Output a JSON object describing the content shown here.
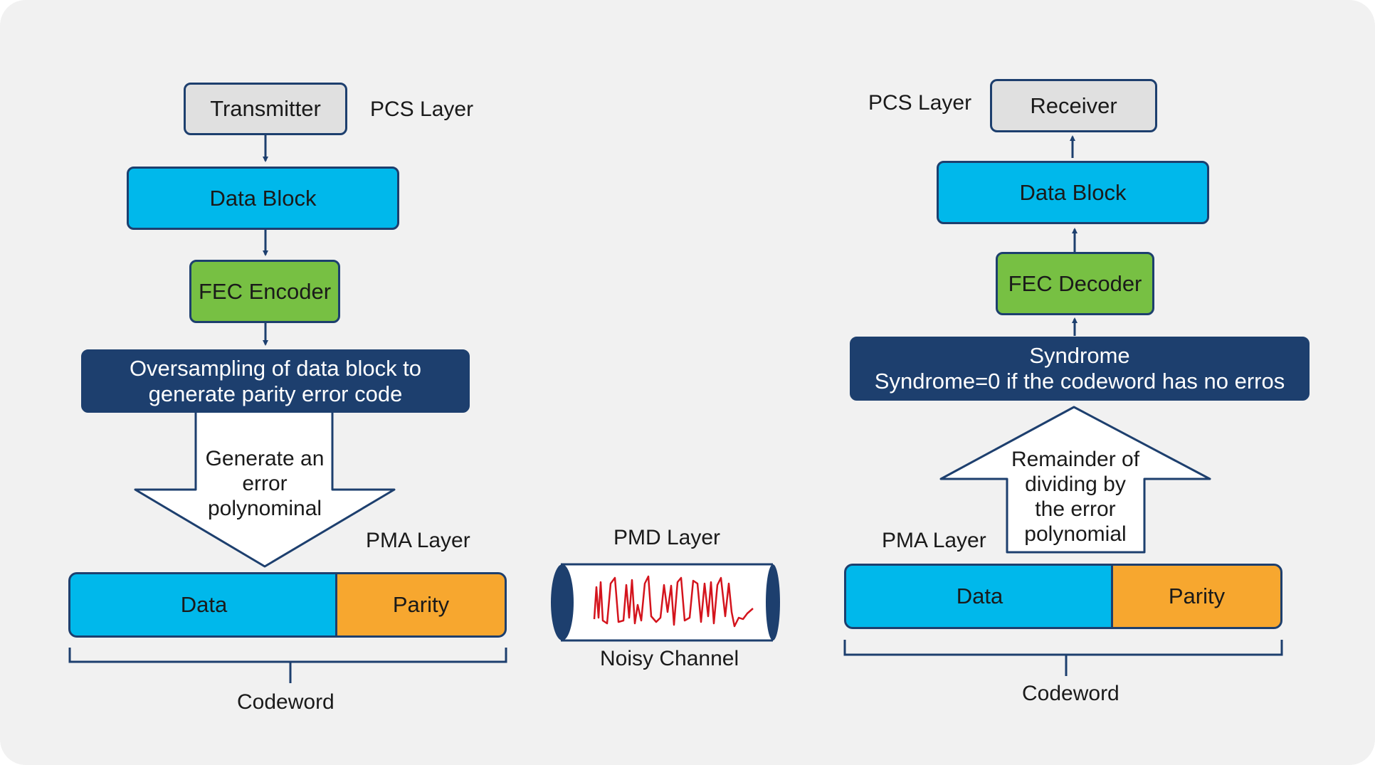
{
  "colors": {
    "navy": "#1d3f6e",
    "cyan": "#00b8eb",
    "green": "#77c043",
    "orange": "#f7a72f",
    "gray": "#e0e0e0",
    "signal_red": "#d4141d"
  },
  "transmitter": {
    "title": "Transmitter",
    "pcs_layer": "PCS Layer",
    "data_block": "Data Block",
    "fec_encoder": "FEC Encoder",
    "oversampling_line1": "Oversampling of data block to",
    "oversampling_line2": "generate parity error code",
    "arrow_line1": "Generate an",
    "arrow_line2": "error",
    "arrow_line3": "polynominal",
    "pma_layer": "PMA Layer",
    "data": "Data",
    "parity": "Parity",
    "codeword": "Codeword"
  },
  "channel": {
    "pmd_layer": "PMD Layer",
    "noisy_channel": "Noisy Channel"
  },
  "receiver": {
    "title": "Receiver",
    "pcs_layer": "PCS Layer",
    "data_block": "Data Block",
    "fec_decoder": "FEC Decoder",
    "syndrome_line1": "Syndrome",
    "syndrome_line2": "Syndrome=0 if the codeword has no erros",
    "arrow_line1": "Remainder of",
    "arrow_line2": "dividing by",
    "arrow_line3": "the error",
    "arrow_line4": "polynomial",
    "pma_layer": "PMA Layer",
    "data": "Data",
    "parity": "Parity",
    "codeword": "Codeword"
  }
}
